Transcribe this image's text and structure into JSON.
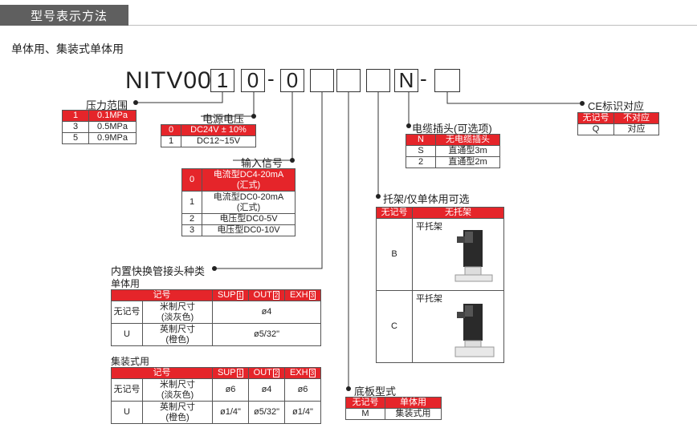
{
  "header": {
    "title": "型号表示方法"
  },
  "subtitle": "单体用、集装式单体用",
  "model": {
    "prefix": "NITV00",
    "box1": "1",
    "box2": "0",
    "box3": "0",
    "box6": "N",
    "dash": "-"
  },
  "pressure": {
    "label": "压力范围",
    "rows": [
      [
        "1",
        "0.1MPa"
      ],
      [
        "3",
        "0.5MPa"
      ],
      [
        "5",
        "0.9MPa"
      ]
    ]
  },
  "voltage": {
    "label": "电源电压",
    "rows": [
      [
        "0",
        "DC24V ± 10%"
      ],
      [
        "1",
        "DC12~15V"
      ]
    ]
  },
  "input": {
    "label": "输入信号",
    "rows": [
      [
        "0",
        "电流型DC4-20mA",
        "(汇式)"
      ],
      [
        "1",
        "电流型DC0-20mA",
        "(汇式)"
      ],
      [
        "2",
        "电压型DC0-5V",
        ""
      ],
      [
        "3",
        "电压型DC0-10V",
        ""
      ]
    ]
  },
  "fitting": {
    "label": "内置快换管接头种类",
    "single_label": "单体用",
    "manifold_label": "集装式用",
    "headers": [
      "记号",
      "SUP",
      "OUT",
      "EXH"
    ],
    "keys": [
      "1",
      "2",
      "3"
    ],
    "single_rows": [
      [
        "无记号",
        "米制尺寸",
        "(淡灰色)",
        "ø4"
      ],
      [
        "U",
        "英制尺寸",
        "(橙色)",
        "ø5/32\""
      ]
    ],
    "manifold_rows": [
      [
        "无记号",
        "米制尺寸",
        "(淡灰色)",
        "ø6",
        "ø4",
        "ø6"
      ],
      [
        "U",
        "英制尺寸",
        "(橙色)",
        "ø1/4\"",
        "ø5/32\"",
        "ø1/4\""
      ]
    ]
  },
  "base": {
    "label": "底板型式",
    "headers": [
      "无记号",
      "单体用"
    ],
    "rows": [
      [
        "M",
        "集装式用"
      ]
    ]
  },
  "bracket": {
    "label": "托架/仅单体用可选",
    "headers": [
      "无记号",
      "无托架"
    ],
    "rows": [
      [
        "B",
        "平托架"
      ],
      [
        "C",
        "平托架"
      ]
    ]
  },
  "cable": {
    "label": "电缆插头(可选项)",
    "rows": [
      [
        "N",
        "无电缆插头"
      ],
      [
        "S",
        "直通型3m"
      ],
      [
        "2",
        "直通型2m"
      ]
    ]
  },
  "ce": {
    "label": "CE标识对应",
    "headers": [
      "无记号",
      "不对应"
    ],
    "rows": [
      [
        "Q",
        "对应"
      ]
    ]
  }
}
